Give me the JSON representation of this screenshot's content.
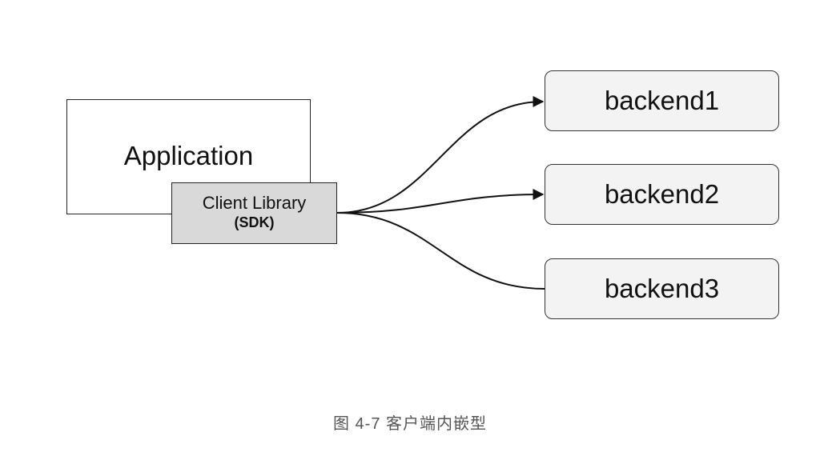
{
  "application": {
    "label": "Application"
  },
  "sdk": {
    "title": "Client Library",
    "subtitle": "(SDK)"
  },
  "backends": [
    {
      "label": "backend1"
    },
    {
      "label": "backend2"
    },
    {
      "label": "backend3"
    }
  ],
  "caption": "图 4-7 客户端内嵌型",
  "colors": {
    "sdk_fill": "#d9d9d9",
    "backend_fill": "#f3f3f3",
    "stroke": "#222222",
    "caption_text": "#555555"
  }
}
